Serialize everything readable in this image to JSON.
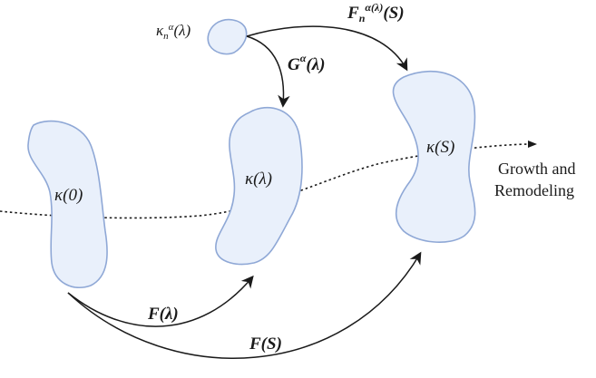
{
  "colors": {
    "shape_fill": "#e9f0fb",
    "shape_stroke": "#8fa8d6",
    "arrow": "#1a1a1a"
  },
  "configurations": {
    "k0": "κ(0)",
    "klambda": "κ(λ)",
    "kS": "κ(S)",
    "kn_base": "κ",
    "kn_sub": "n",
    "kn_sup": "α",
    "kn_arg": "(λ)"
  },
  "maps": {
    "F_lambda": "F(λ)",
    "F_S": "F(S)",
    "G_base": "G",
    "G_sup": "α",
    "G_arg": "(λ)",
    "Fn_base": "F",
    "Fn_sub": "n",
    "Fn_sup": "α(λ)",
    "Fn_arg": "(S)"
  },
  "path_label": {
    "line1": "Growth and",
    "line2": "Remodeling"
  }
}
